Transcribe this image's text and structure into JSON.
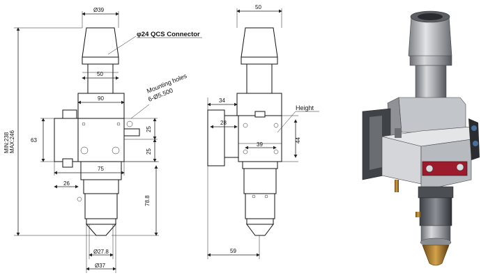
{
  "front_view": {
    "dia_top": "Ø39",
    "connector_label": "φ24 QCS Connector",
    "width_50": "50",
    "width_90": "90",
    "mounting_label_1": "Mounting holes",
    "mounting_label_2": "6-Ø5.500",
    "height_min": "MIN:238",
    "height_max": "MAX:246",
    "dim_63": "63",
    "dim_25a": "25",
    "dim_25b": "25",
    "dim_75": "75",
    "dim_26": "26",
    "dim_78_8": "78.8",
    "dia_27_8": "Ø27.8",
    "dia_37": "Ø37"
  },
  "side_view": {
    "width_50": "50",
    "dim_34": "34",
    "dim_28": "28",
    "height_label": "Height",
    "dim_39": "39",
    "dim_44": "44",
    "dim_59": "59"
  },
  "render": {
    "accent_red": "#9c1b2c",
    "metal": "#b9bcc0"
  }
}
